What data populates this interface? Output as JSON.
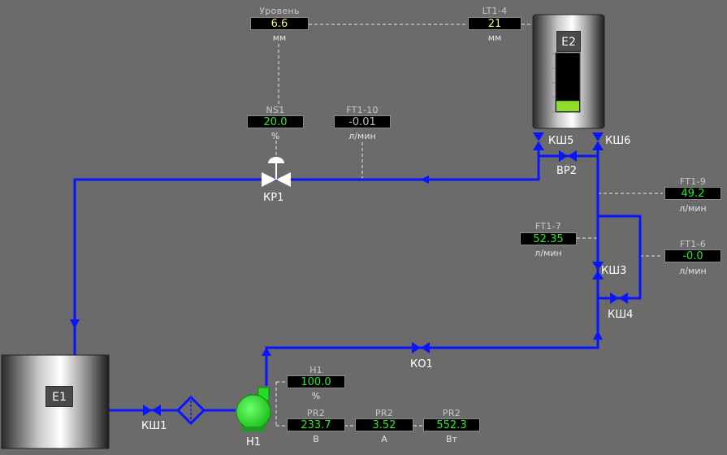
{
  "colors": {
    "background": "#6b6b6b",
    "pipe": "#0a14ff",
    "value_green": "#2ee82e",
    "value_yellow": "#f5f07a",
    "level_fill": "#8fdc2a",
    "pump": "#22dd22"
  },
  "tanks": {
    "e1": {
      "name": "Е1"
    },
    "e2": {
      "name": "Е2",
      "level_fraction": 0.18
    }
  },
  "valves": {
    "kr1": "КР1",
    "vr2": "ВР2",
    "ksh1": "КШ1",
    "ksh3": "КШ3",
    "ksh4": "КШ4",
    "ksh5": "КШ5",
    "ksh6": "КШ6",
    "ko1": "КО1"
  },
  "pump": {
    "label": "Н1"
  },
  "sensors": {
    "uroven": {
      "tag": "Уровень",
      "value": "6.6",
      "unit": "мм"
    },
    "lt1_4": {
      "tag": "LT1-4",
      "value": "21",
      "unit": "мм"
    },
    "ns1": {
      "tag": "NS1",
      "value": "20.0",
      "unit": "%"
    },
    "ft1_10": {
      "tag": "FT1-10",
      "value": "-0.01",
      "unit": "л/мин"
    },
    "ft1_9": {
      "tag": "FT1-9",
      "value": "49.2",
      "unit": "л/мин"
    },
    "ft1_7": {
      "tag": "FT1-7",
      "value": "52.35",
      "unit": "л/мин"
    },
    "ft1_6": {
      "tag": "FT1-6",
      "value": "-0.0",
      "unit": "л/мин"
    },
    "h1": {
      "tag": "H1",
      "value": "100.0",
      "unit": "%"
    },
    "pr2_v": {
      "tag": "PR2",
      "value": "233.7",
      "unit": "В"
    },
    "pr2_a": {
      "tag": "PR2",
      "value": "3.52",
      "unit": "А"
    },
    "pr2_w": {
      "tag": "PR2",
      "value": "552.3",
      "unit": "Вт"
    }
  }
}
